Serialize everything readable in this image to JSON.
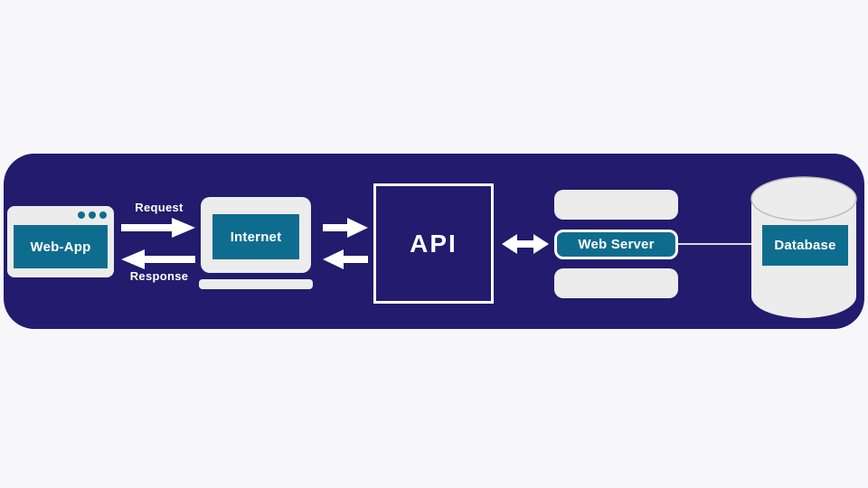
{
  "diagram": {
    "kind": "api-architecture-flow"
  },
  "colors": {
    "page_bg": "#f7f7fa",
    "band_bg": "#221b6e",
    "teal": "#0e6d8e",
    "light_gray": "#ececec",
    "white": "#ffffff",
    "connector_gray": "#d8d8d8"
  },
  "nodes": {
    "web_app": {
      "label": "Web-App"
    },
    "internet": {
      "label": "Internet"
    },
    "api": {
      "label": "API"
    },
    "web_server": {
      "label": "Web Server"
    },
    "database": {
      "label": "Database"
    }
  },
  "edges": {
    "request": {
      "label": "Request",
      "direction": "right"
    },
    "response": {
      "label": "Response",
      "direction": "left"
    },
    "internet_to_api": {
      "direction": "right"
    },
    "api_to_internet": {
      "direction": "left"
    },
    "api_web_server": {
      "direction": "both"
    },
    "web_server_database": {
      "direction": "line"
    }
  }
}
